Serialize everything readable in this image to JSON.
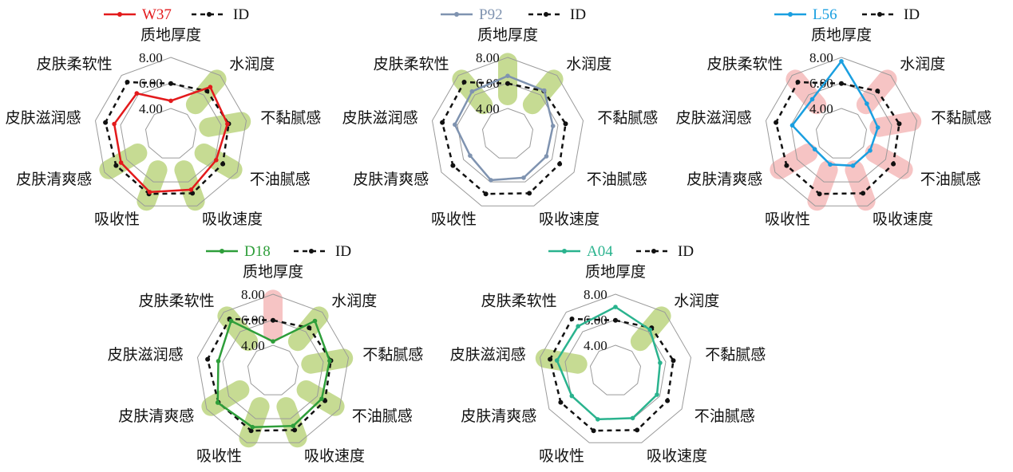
{
  "chart_data": {
    "type": "radar",
    "axes": [
      "质地厚度",
      "水润度",
      "不黏腻感",
      "不油腻感",
      "吸收速度",
      "吸收性",
      "皮肤清爽感",
      "皮肤滋润感",
      "皮肤柔软性"
    ],
    "rlim": [
      2,
      8
    ],
    "ticks": [
      "4.00",
      "6.00",
      "8.00"
    ],
    "tick_values": [
      4,
      6,
      8
    ],
    "grid": true,
    "legend_position": "top",
    "reference": {
      "name": "ID",
      "color": "#111111",
      "values": [
        5.95,
        6.4,
        6.6,
        6.7,
        6.95,
        7.0,
        6.95,
        7.2,
        7.3
      ]
    },
    "panels": [
      {
        "name": "W37",
        "color": "#e31a1c",
        "values": [
          4.6,
          6.8,
          6.5,
          6.1,
          6.65,
          6.85,
          6.5,
          6.5,
          6.15
        ],
        "highlight": "#a9c95a",
        "highlight_axes": [
          1,
          2,
          3,
          4,
          5,
          6
        ]
      },
      {
        "name": "P92",
        "color": "#7f93b0",
        "values": [
          6.55,
          6.45,
          5.6,
          5.5,
          5.65,
          5.85,
          5.4,
          6.2,
          6.35
        ],
        "highlight": "#a9c95a",
        "highlight_axes": [
          0,
          1,
          8
        ]
      },
      {
        "name": "L56",
        "color": "#1a9fe0",
        "values": [
          7.7,
          5.1,
          4.9,
          4.6,
          4.65,
          4.55,
          4.4,
          5.9,
          5.55
        ],
        "highlight": "#f2a5a5",
        "highlight_axes": [
          1,
          2,
          3,
          4,
          5,
          6,
          8
        ]
      },
      {
        "name": "D18",
        "color": "#2e9e3a",
        "values": [
          4.3,
          7.1,
          6.5,
          6.4,
          6.6,
          6.7,
          7.0,
          6.35,
          7.1
        ],
        "highlight": "#a9c95a",
        "highlight_axes": [
          1,
          2,
          3,
          4,
          5,
          6,
          8
        ],
        "highlight_secondary": "#f2a5a5",
        "highlight_secondary_axes": [
          0
        ]
      },
      {
        "name": "A04",
        "color": "#2ab38e",
        "values": [
          7.0,
          6.2,
          5.55,
          5.75,
          5.95,
          6.05,
          5.95,
          6.65,
          6.55
        ],
        "highlight": "#a9c95a",
        "highlight_axes": [
          1,
          7
        ]
      }
    ]
  }
}
